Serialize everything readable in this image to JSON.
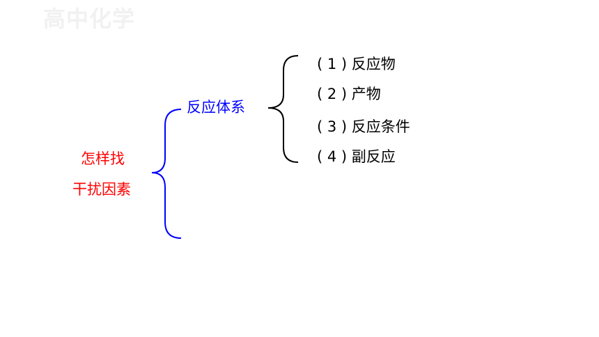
{
  "watermark": "高中化学",
  "root": {
    "line1": "怎样找",
    "line2": "干扰因素"
  },
  "branch": {
    "label": "反应体系"
  },
  "items": [
    "( 1 ) 反应物",
    "( 2 ) 产物",
    "( 3 ) 反应条件",
    "( 4 ) 副反应"
  ],
  "colors": {
    "root_text": "#ff0000",
    "branch_text": "#0000ff",
    "root_bracket": "#0000ff",
    "branch_bracket": "#000000",
    "item_text": "#000000",
    "watermark": "#f1f1f1"
  }
}
